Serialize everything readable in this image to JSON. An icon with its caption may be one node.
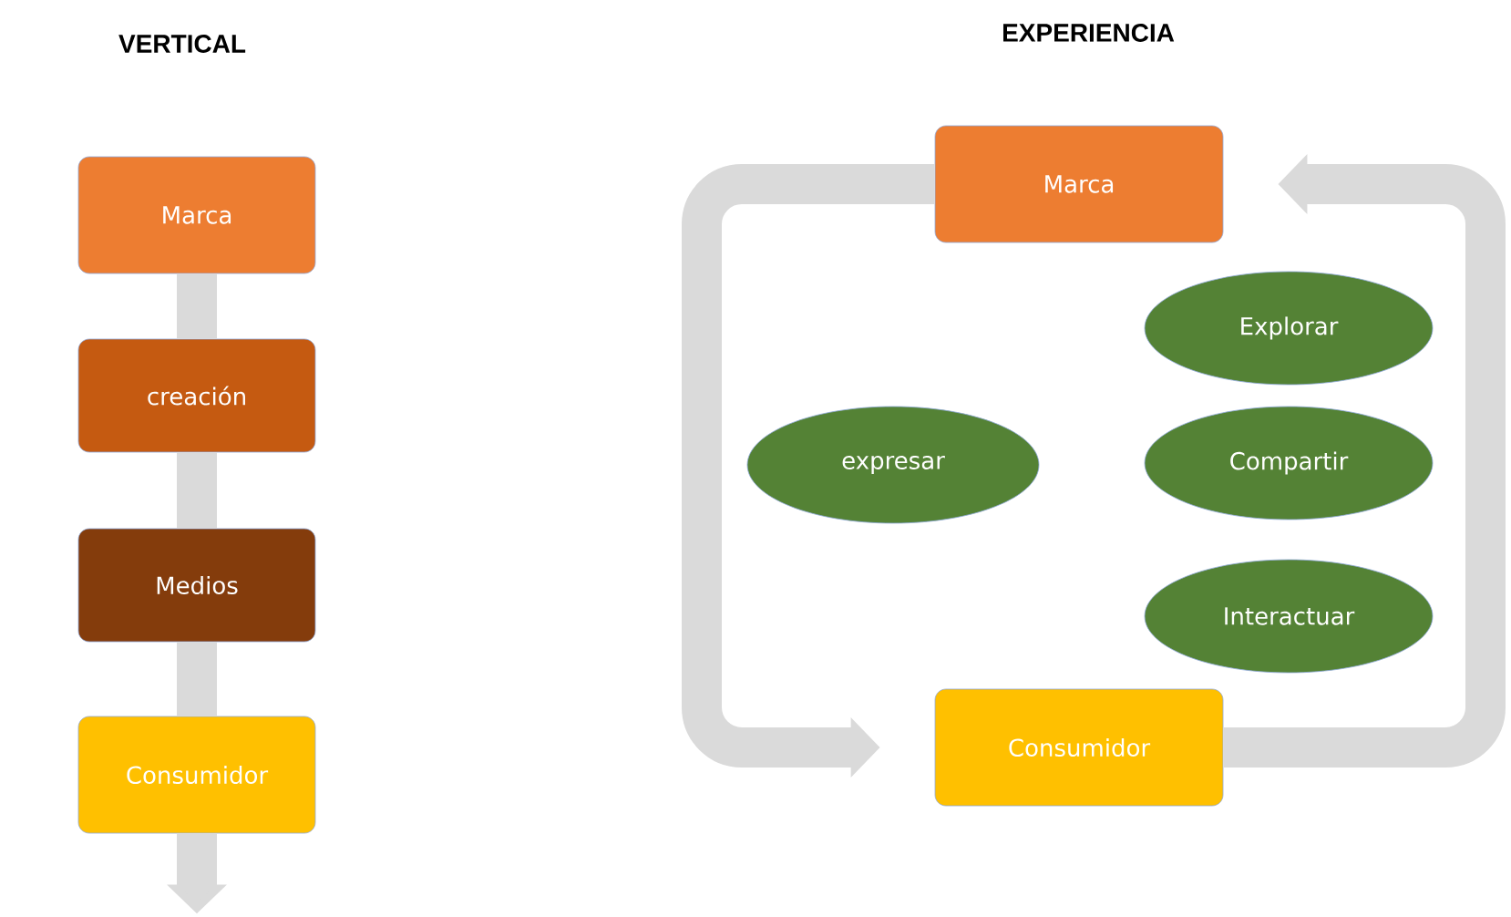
{
  "diagram": {
    "nodes": [
      {
        "text": [
          "Marca"
        ]
      },
      {
        "text": [
          "creación"
        ]
      },
      {
        "text": [
          "Medios"
        ]
      },
      {
        "text": [
          "Consumidor"
        ]
      },
      {
        "text": [
          "Marca"
        ]
      },
      {
        "text": [
          "expresar"
        ]
      },
      {
        "text": [
          "Explorar"
        ]
      },
      {
        "text": [
          "Compartir"
        ]
      },
      {
        "text": [
          "Interactuar"
        ]
      },
      {
        "text": [
          "Consumidor"
        ]
      }
    ],
    "edges": [
      {
        "from": 0,
        "to": 1,
        "arrow": "none"
      },
      {
        "from": 1,
        "to": 2,
        "arrow": "none"
      },
      {
        "from": 2,
        "to": 3,
        "arrow": "none"
      },
      {
        "from": 3,
        "to": null,
        "arrow": "to"
      },
      {
        "from": 4,
        "to": 9,
        "arrow": "to"
      },
      {
        "from": 9,
        "to": 4,
        "arrow": "to"
      }
    ],
    "labels": [
      "VERTICAL",
      "EXPERIENCIA"
    ]
  }
}
